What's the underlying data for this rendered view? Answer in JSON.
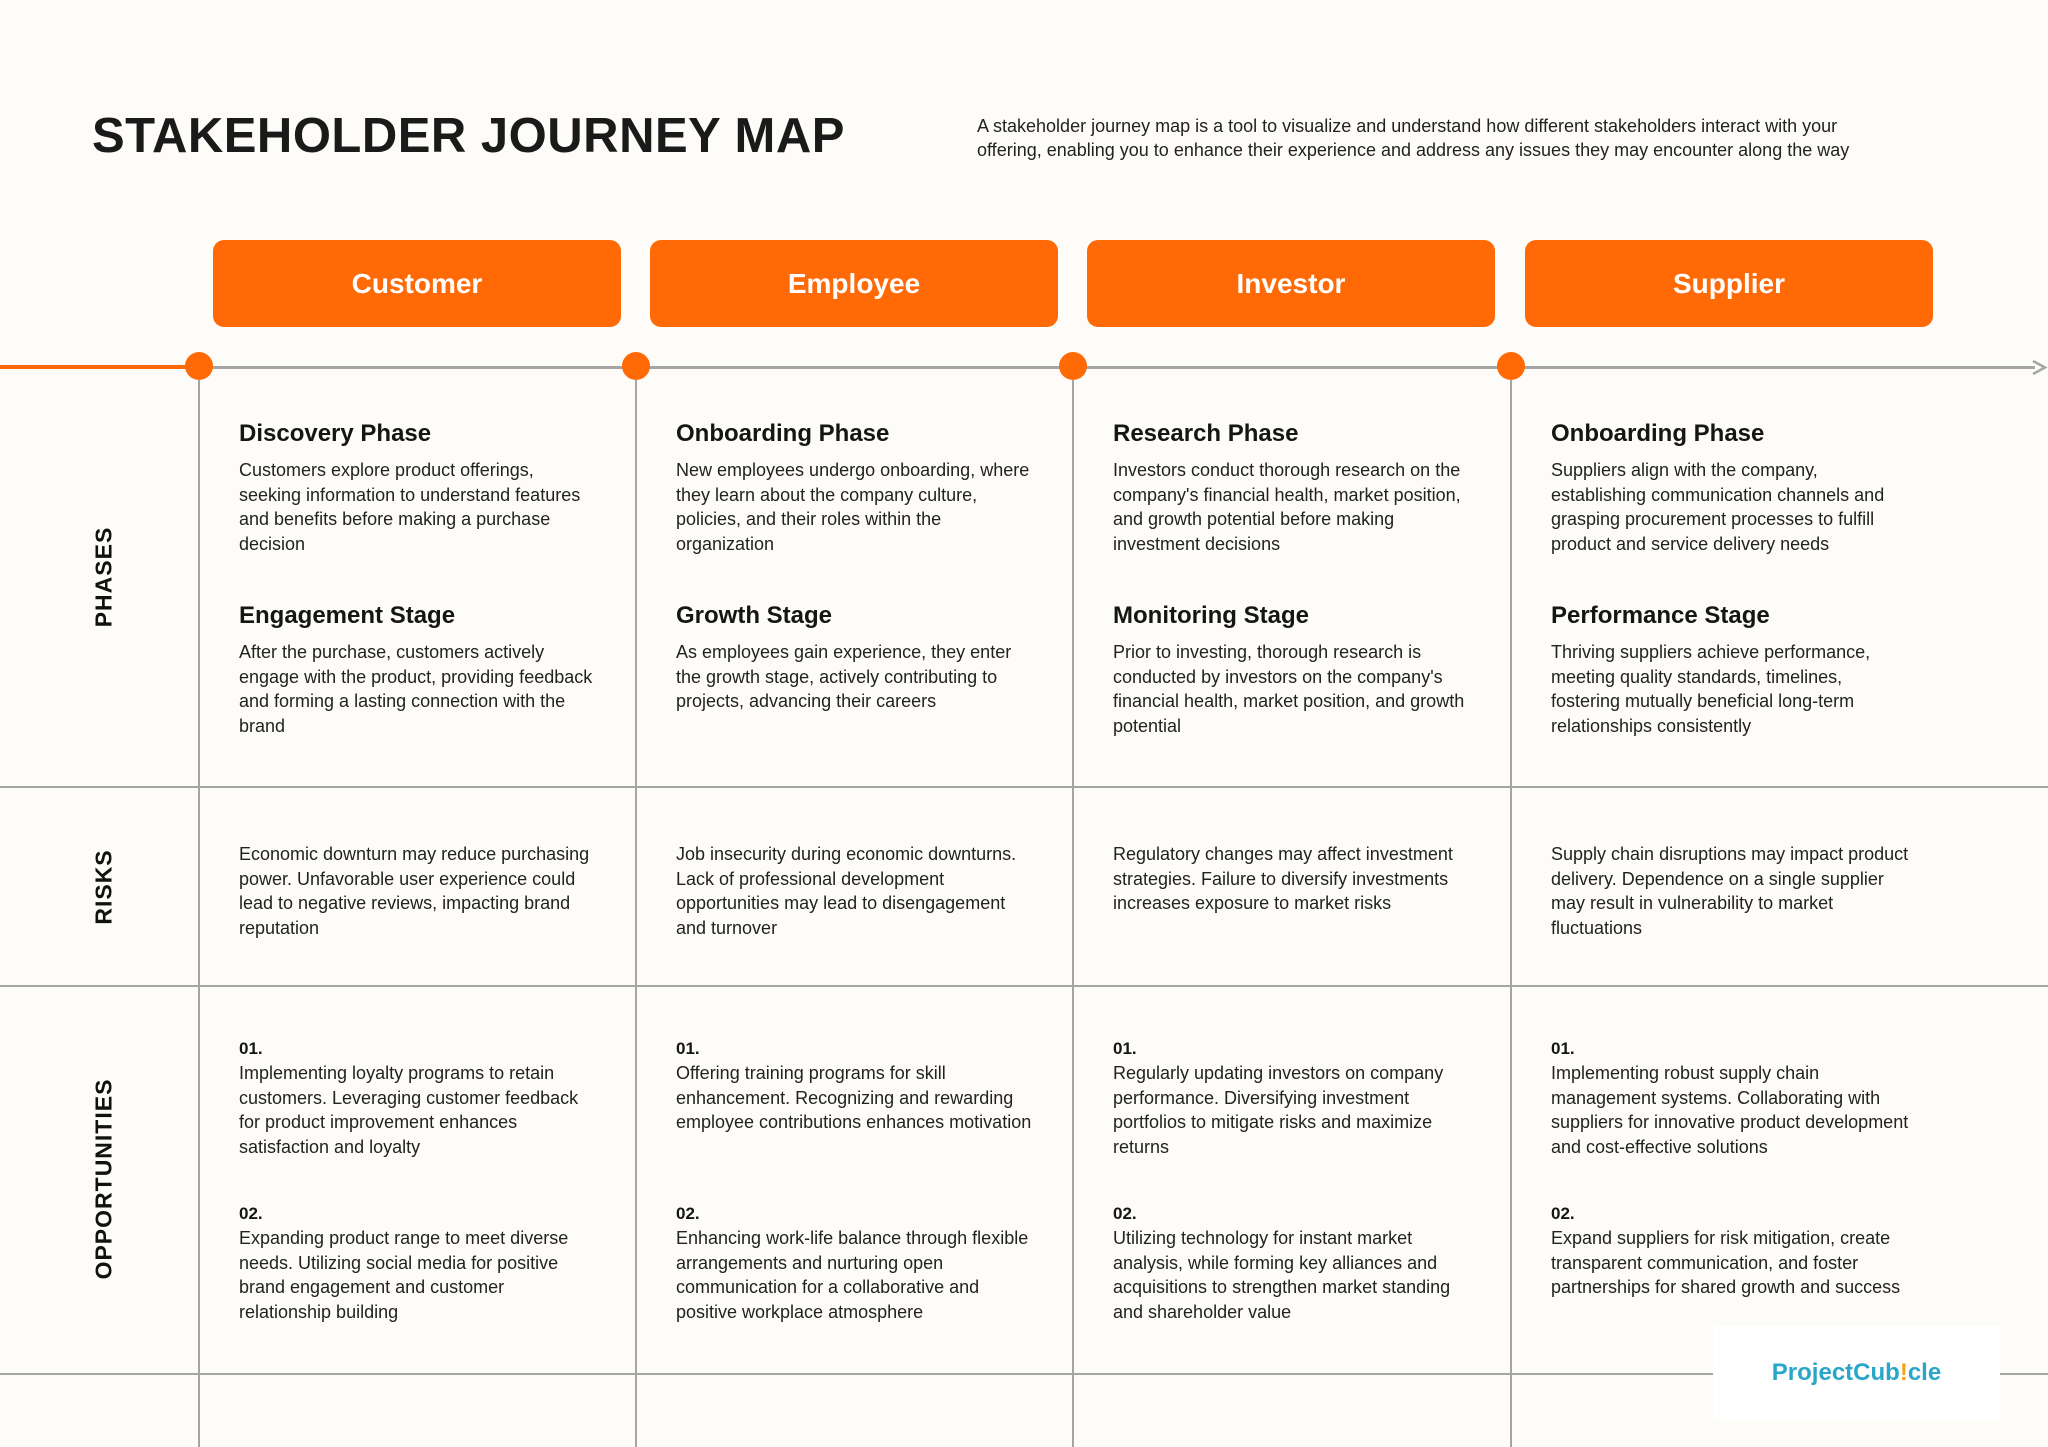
{
  "title": "STAKEHOLDER JOURNEY MAP",
  "intro": "A stakeholder journey map is a tool to visualize and understand how different stakeholders interact with your offering, enabling you to enhance their experience and address any issues they may encounter along the way",
  "row_labels": {
    "phases": "PHASES",
    "risks": "RISKS",
    "opportunities": "OPPORTUNITIES"
  },
  "colors": {
    "accent": "#ff6a06",
    "rule": "#a5a5a5",
    "background": "#fdfcf8"
  },
  "stakeholders": [
    {
      "name": "Customer",
      "phase1_title": "Discovery Phase",
      "phase1_text": "Customers explore product offerings, seeking information to understand features and benefits before making a purchase decision",
      "phase2_title": "Engagement Stage",
      "phase2_text": "After the purchase, customers actively engage with the product, providing feedback and forming a lasting connection with the brand",
      "risks": "Economic downturn may reduce purchasing power. Unfavorable user experience could lead to negative reviews, impacting brand reputation",
      "opp1_num": "01.",
      "opp1_text": "Implementing loyalty programs to retain customers. Leveraging customer feedback for product improvement enhances satisfaction and loyalty",
      "opp2_num": "02.",
      "opp2_text": "Expanding product range to meet diverse needs. Utilizing social media for positive brand engagement and customer relationship building"
    },
    {
      "name": "Employee",
      "phase1_title": "Onboarding Phase",
      "phase1_text": "New employees undergo onboarding, where they learn about the company culture, policies, and their roles within the organization",
      "phase2_title": "Growth Stage",
      "phase2_text": "As employees gain experience, they enter the growth stage, actively contributing to projects, advancing their careers",
      "risks": "Job insecurity during economic downturns. Lack of professional development opportunities may lead to disengagement and turnover",
      "opp1_num": "01.",
      "opp1_text": "Offering training programs for skill enhancement. Recognizing and rewarding employee contributions enhances motivation",
      "opp2_num": "02.",
      "opp2_text": "Enhancing work-life balance through flexible arrangements and nurturing open communication for a collaborative and positive workplace atmosphere"
    },
    {
      "name": "Investor",
      "phase1_title": "Research Phase",
      "phase1_text": "Investors conduct thorough research on the company's financial health, market position, and growth potential before making investment decisions",
      "phase2_title": "Monitoring Stage",
      "phase2_text": "Prior to investing, thorough research is conducted by investors on the company's financial health, market position, and growth potential",
      "risks": "Regulatory changes may affect investment strategies. Failure to diversify investments increases exposure to market risks",
      "opp1_num": "01.",
      "opp1_text": "Regularly updating investors on company performance. Diversifying investment portfolios to mitigate risks and maximize returns",
      "opp2_num": "02.",
      "opp2_text": "Utilizing technology for instant market analysis, while forming key alliances and acquisitions to strengthen market standing and shareholder value"
    },
    {
      "name": "Supplier",
      "phase1_title": "Onboarding Phase",
      "phase1_text": "Suppliers align with the company, establishing communication channels and grasping procurement processes to fulfill product and service delivery needs",
      "phase2_title": "Performance Stage",
      "phase2_text": "Thriving suppliers achieve performance, meeting quality standards, timelines, fostering mutually beneficial long-term relationships consistently",
      "risks": "Supply chain disruptions may impact product delivery. Dependence on a single supplier may result in vulnerability to market fluctuations",
      "opp1_num": "01.",
      "opp1_text": "Implementing robust supply chain management systems. Collaborating with suppliers for innovative product development and cost-effective solutions",
      "opp2_num": "02.",
      "opp2_text": "Expand suppliers for risk mitigation, create transparent communication, and foster partnerships for shared growth and success"
    }
  ],
  "logo": {
    "part1": "ProjectCub",
    "part2": "!",
    "part3": "cle",
    "color1": "#2aa6c9",
    "color2": "#f4a21b"
  }
}
